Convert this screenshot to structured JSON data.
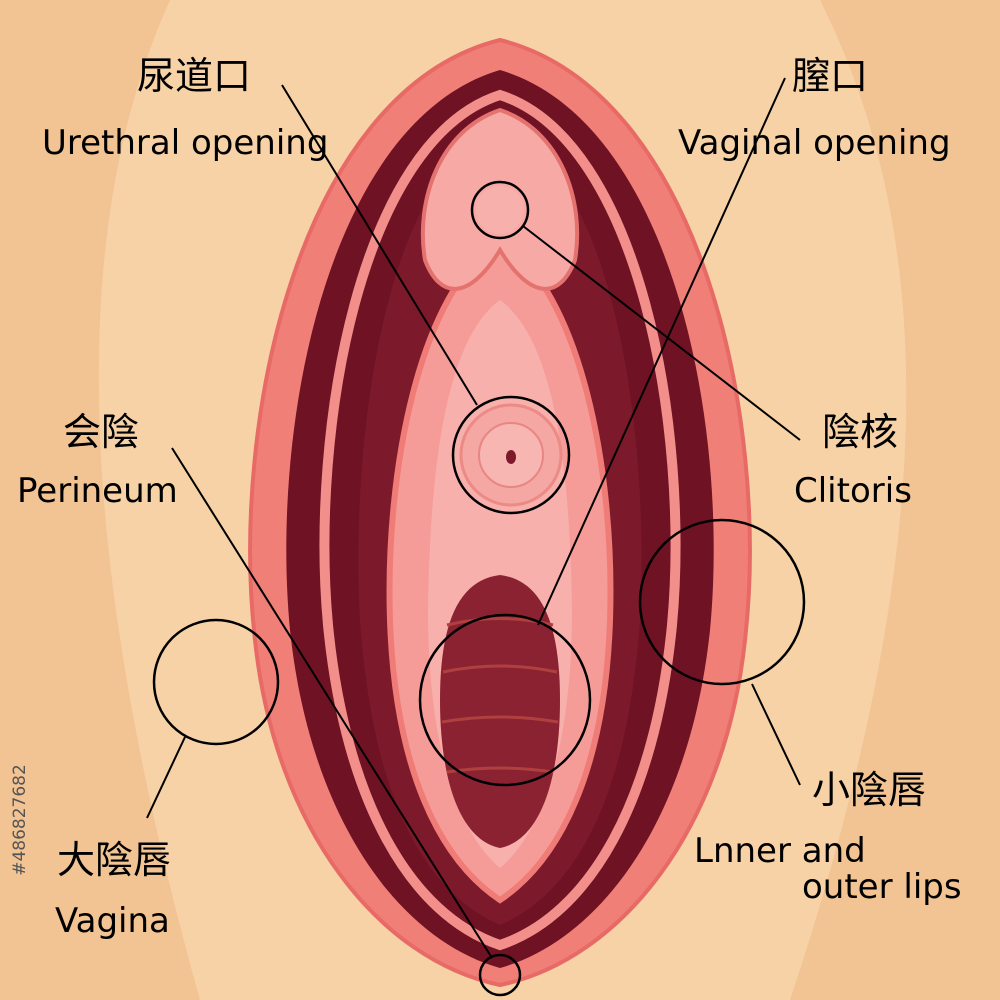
{
  "labels": {
    "urethral_jp": "尿道口",
    "urethral_en": "Urethral opening",
    "vaginal_jp": "膣口",
    "vaginal_en": "Vaginal opening",
    "perineum_jp": "会陰",
    "perineum_en": "Perineum",
    "clitoris_jp": "陰核",
    "clitoris_en": "Clitoris",
    "labia_minora_jp": "小陰唇",
    "labia_minora_en_line1": "Lnner and",
    "labia_minora_en_line2": "outer lips",
    "labia_majora_jp": "大陰唇",
    "labia_majora_en": "Vagina"
  },
  "watermark": {
    "stock_id": "#486827682"
  },
  "colors": {
    "background": "#f6d2a6",
    "outer_lips": "#f08078",
    "dark_tissue": "#6e1224",
    "inner_pink": "#f5a3a0",
    "opening": "#8a2232",
    "line": "#000000"
  }
}
